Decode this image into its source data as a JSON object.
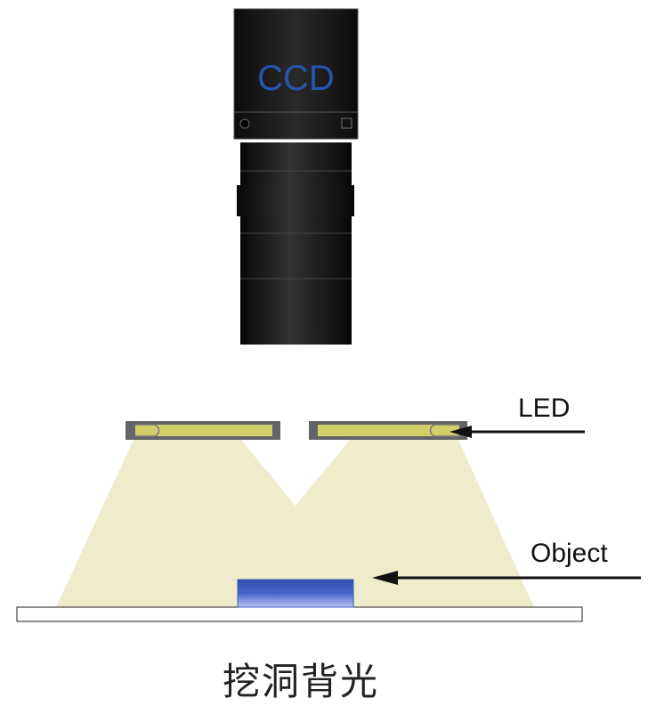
{
  "camera": {
    "label": "CCD"
  },
  "labels": {
    "led": "LED",
    "object": "Object"
  },
  "caption": "挖洞背光",
  "colors": {
    "light": "#eeeccb",
    "led": "#d2cf6a",
    "led_housing": "#626468",
    "object": "#3a5cc0",
    "ccd_text": "#2456b0"
  }
}
